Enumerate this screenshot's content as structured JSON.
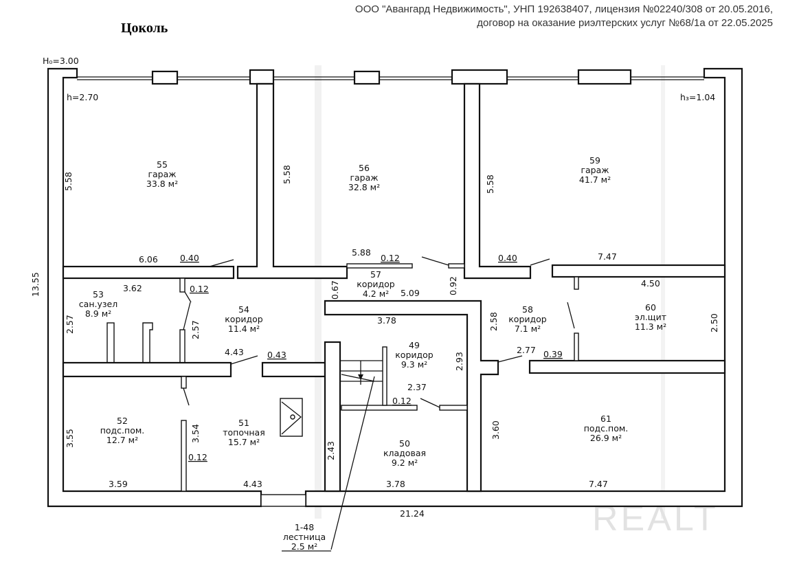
{
  "header": {
    "line1": "ООО \"Авангард Недвижимость\", УНП 192638407, лицензия №02240/308 от 20.05.2016,",
    "line2": "договор на оказание риэлтерских услуг №68/1а от 22.05.2025",
    "title": "Цоколь"
  },
  "heights": {
    "H0": "H₀=3.00",
    "h": "h=2.70",
    "h3": "h₃=1.04"
  },
  "rooms": [
    {
      "num": "55",
      "name": "гараж",
      "area": "33.8 м²"
    },
    {
      "num": "56",
      "name": "гараж",
      "area": "32.8 м²"
    },
    {
      "num": "59",
      "name": "гараж",
      "area": "41.7 м²"
    },
    {
      "num": "53",
      "name": "сан.узел",
      "area": "8.9 м²"
    },
    {
      "num": "54",
      "name": "коридор",
      "area": "11.4 м²"
    },
    {
      "num": "57",
      "name": "коридор",
      "area": "4.2 м²"
    },
    {
      "num": "58",
      "name": "коридор",
      "area": "7.1 м²"
    },
    {
      "num": "60",
      "name": "эл.щит",
      "area": "11.3 м²"
    },
    {
      "num": "49",
      "name": "коридор",
      "area": "9.3 м²"
    },
    {
      "num": "52",
      "name": "подс.пом.",
      "area": "12.7 м²"
    },
    {
      "num": "51",
      "name": "топочная",
      "area": "15.7 м²"
    },
    {
      "num": "50",
      "name": "кладовая",
      "area": "9.2 м²"
    },
    {
      "num": "61",
      "name": "подс.пом.",
      "area": "26.9 м²"
    },
    {
      "num": "1-48",
      "name": "лестница",
      "area": "2.5 м²"
    }
  ],
  "dimensions": [
    "5.58",
    "5.58",
    "5.58",
    "13.55",
    "6.06",
    "0.40",
    "5.88",
    "0.12",
    "0.40",
    "7.47",
    "3.62",
    "0.12",
    "2.57",
    "2.57",
    "0.67",
    "5.09",
    "0.92",
    "4.50",
    "3.78",
    "2.58",
    "2.50",
    "2.93",
    "4.43",
    "0.43",
    "2.77",
    "0.39",
    "2.37",
    "0.12",
    "3.55",
    "3.54",
    "3.60",
    "2.43",
    "0.12",
    "3.59",
    "4.43",
    "3.78",
    "7.47",
    "21.24"
  ],
  "watermark": "REALT"
}
